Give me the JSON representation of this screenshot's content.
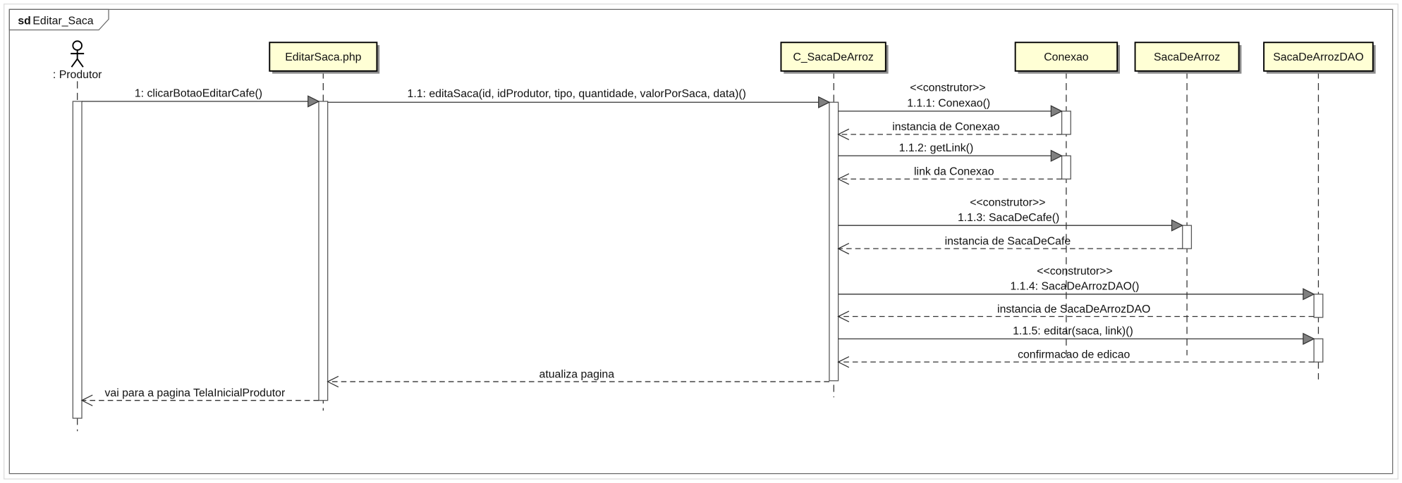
{
  "frame": {
    "keyword": "sd",
    "name": "Editar_Saca"
  },
  "lifelines": [
    {
      "name": ": Produtor"
    },
    {
      "name": "EditarSaca.php"
    },
    {
      "name": "C_SacaDeArroz"
    },
    {
      "name": "Conexao"
    },
    {
      "name": "SacaDeArroz"
    },
    {
      "name": "SacaDeArrozDAO"
    }
  ],
  "messages": [
    {
      "label": "1: clicarBotaoEditarCafe()"
    },
    {
      "label": "1.1: editaSaca(id, idProdutor, tipo, quantidade, valorPorSaca, data)()"
    },
    {
      "stereotype": "<<construtor>>",
      "label": "1.1.1: Conexao()"
    },
    {
      "label": "instancia de Conexao"
    },
    {
      "label": "1.1.2: getLink()"
    },
    {
      "label": "link da Conexao"
    },
    {
      "stereotype": "<<construtor>>",
      "label": "1.1.3: SacaDeCafe()"
    },
    {
      "label": "instancia de SacaDeCafe"
    },
    {
      "stereotype": "<<construtor>>",
      "label": "1.1.4: SacaDeArrozDAO()"
    },
    {
      "label": "instancia de SacaDeArrozDAO"
    },
    {
      "label": "1.1.5: editar(saca, link)()"
    },
    {
      "label": "confirmacao de edicao"
    },
    {
      "label": "atualiza pagina"
    },
    {
      "label": "vai para a pagina TelaInicialProdutor"
    }
  ],
  "colors": {
    "lifeline_head_fill": "#ffffd5",
    "lifeline_head_border": "#000000",
    "sync_arrowhead_fill": "#808080",
    "frame_border": "#6a6a6a"
  }
}
